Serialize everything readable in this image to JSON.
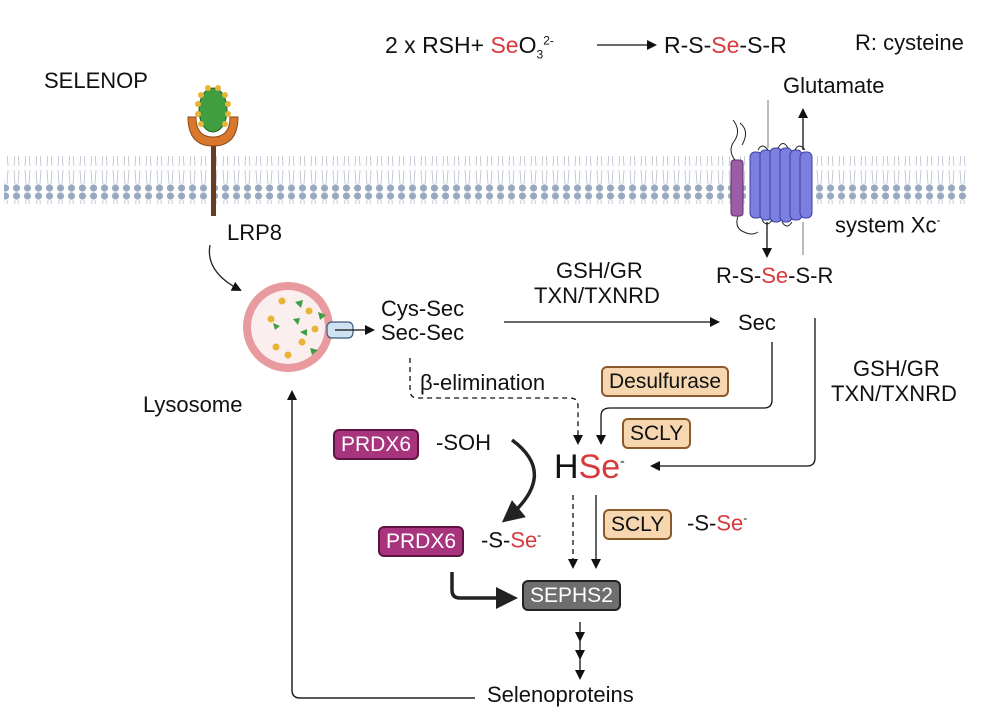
{
  "reaction": {
    "prefix": "2 x RSH+ ",
    "se": "Se",
    "o": "O",
    "sub": "3",
    "charge": "2-",
    "product_left": "R-S-",
    "product_se": "Se",
    "product_right": "-S-R",
    "legend": "R: cysteine"
  },
  "labels": {
    "selenop": "SELENOP",
    "lrp8": "LRP8",
    "glutamate": "Glutamate",
    "system_xc": "system Xc",
    "system_xc_charge": "-",
    "rsser_left": "R-S-",
    "rsser_se": "Se",
    "rsser_right": "-S-R",
    "lysosome": "Lysosome",
    "cys_sec": "Cys-Sec",
    "sec_sec": "Sec-Sec",
    "gsh_gr_top": "GSH/GR",
    "txn_top": "TXN/TXNRD",
    "sec": "Sec",
    "gsh_gr_right": "GSH/GR",
    "txn_right": "TXN/TXNRD",
    "beta_elim": "β-elimination",
    "hse_h": "H",
    "hse_se": "Se",
    "hse_charge": "-",
    "soh": "-SOH",
    "prdx6_s": "-S-",
    "prdx6_se": "Se",
    "prdx6_charge": "-",
    "scly_s": "-S-",
    "scly_se": "Se",
    "scly_charge": "-",
    "selenoproteins": "Selenoproteins"
  },
  "boxes": {
    "desulfurase": "Desulfurase",
    "scly_top": "SCLY",
    "scly_bottom": "SCLY",
    "prdx6_top": "PRDX6",
    "prdx6_bottom": "PRDX6",
    "sephs2": "SEPHS2"
  },
  "colors": {
    "selenium_red": "#d8393c",
    "enzyme_tan": "#f6d7b0",
    "prdx6_magenta": "#a8347e",
    "sephs2_gray": "#6e6e6e",
    "membrane_blue": "#9aa8c0",
    "transporter_purple": "#7b7fe0"
  }
}
